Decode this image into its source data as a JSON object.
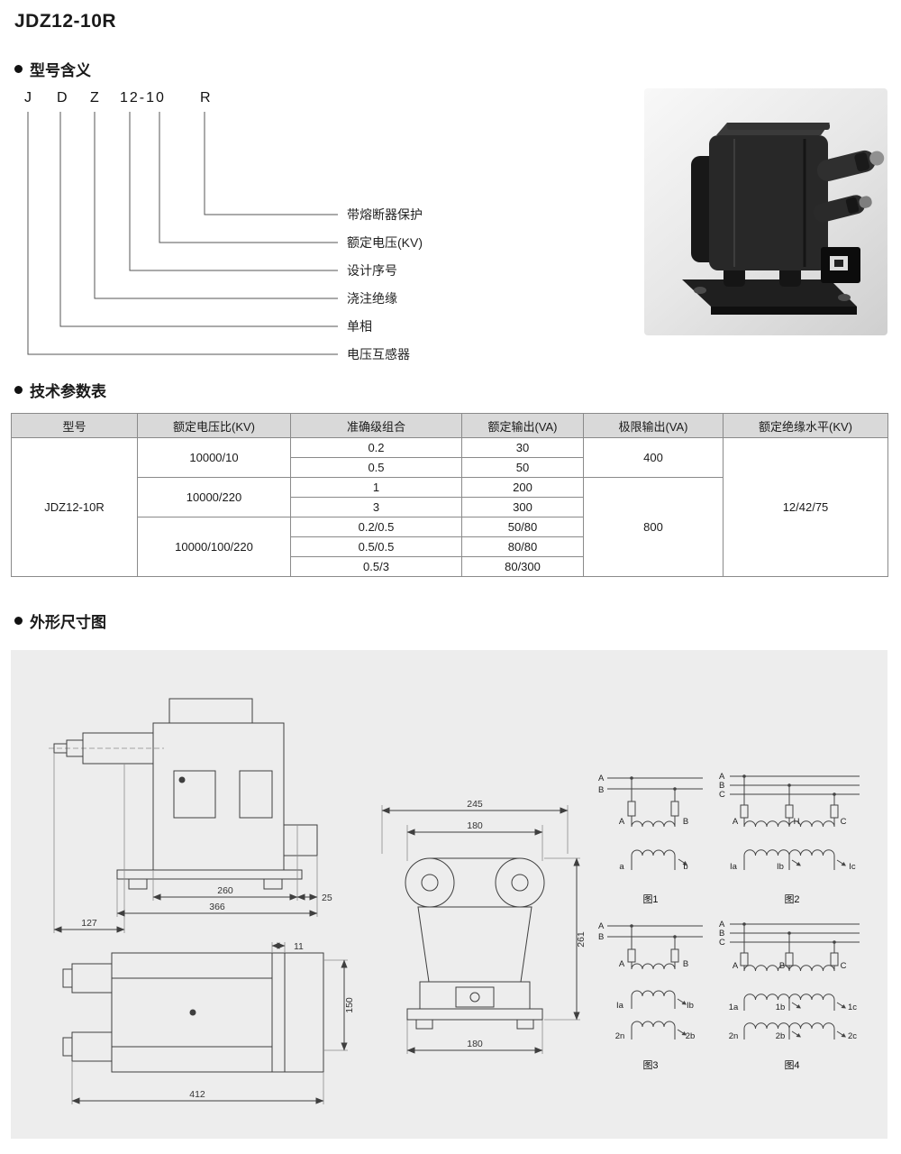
{
  "page": {
    "title": "JDZ12-10R"
  },
  "sections": {
    "model_meaning": "型号含义",
    "tech_params": "技术参数表",
    "dimensions": "外形尺寸图"
  },
  "model_breakdown": {
    "letters": [
      "J",
      "D",
      "Z",
      "12-10",
      "R"
    ],
    "labels": [
      "带熔断器保护",
      "额定电压(KV)",
      "设计序号",
      "浇注绝缘",
      "单相",
      "电压互感器"
    ]
  },
  "table": {
    "headers": [
      "型号",
      "额定电压比(KV)",
      "准确级组合",
      "额定输出(VA)",
      "极限输出(VA)",
      "额定绝缘水平(KV)"
    ],
    "model": "JDZ12-10R",
    "groups": [
      {
        "ratio": "10000/10",
        "limit": "400",
        "rows": [
          [
            "0.2",
            "30"
          ],
          [
            "0.5",
            "50"
          ]
        ]
      },
      {
        "ratio": "10000/220",
        "limit": "800",
        "rows": [
          [
            "1",
            "200"
          ],
          [
            "3",
            "300"
          ]
        ]
      },
      {
        "ratio": "10000/100/220",
        "rows": [
          [
            "0.2/0.5",
            "50/80"
          ],
          [
            "0.5/0.5",
            "80/80"
          ],
          [
            "0.5/3",
            "80/300"
          ]
        ]
      }
    ],
    "insulation": "12/42/75"
  },
  "drawings": {
    "side": {
      "d260": "260",
      "d366": "366",
      "d127": "127",
      "d25": "25"
    },
    "front": {
      "d245": "245",
      "d180t": "180",
      "d261": "261",
      "d180b": "180"
    },
    "bottom": {
      "d412": "412",
      "d150": "150",
      "d11": "11"
    },
    "fig1": {
      "caption": "图1",
      "ph": [
        "A",
        "B"
      ],
      "pri": [
        "A",
        "B"
      ],
      "sec": [
        "a",
        "b"
      ]
    },
    "fig2": {
      "caption": "图2",
      "ph": [
        "A",
        "B",
        "C"
      ],
      "pri": [
        "A",
        "H",
        "C"
      ],
      "sec": [
        "Ia",
        "Ib",
        "Ic"
      ]
    },
    "fig3": {
      "caption": "图3",
      "ph": [
        "A",
        "B"
      ],
      "pri": [
        "A",
        "B"
      ],
      "sec1": [
        "Ia",
        "Ib"
      ],
      "sec2": [
        "2n",
        "2b"
      ]
    },
    "fig4": {
      "caption": "图4",
      "ph": [
        "A",
        "B",
        "C"
      ],
      "pri": [
        "A",
        "B",
        "C"
      ],
      "sec1": [
        "1a",
        "1b",
        "1c"
      ],
      "sec2": [
        "2n",
        "2b",
        "2c"
      ]
    }
  }
}
